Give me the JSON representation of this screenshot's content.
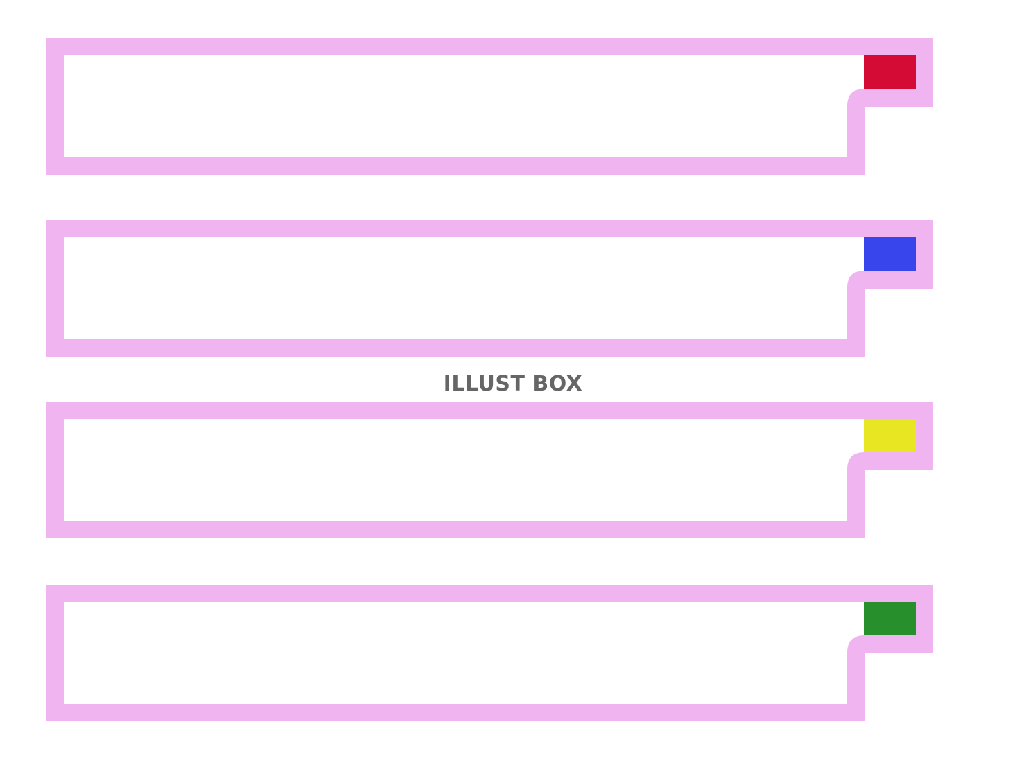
{
  "watermark": {
    "text": "ILLUST BOX",
    "color": "#666666"
  },
  "colors": {
    "frame_border": "#F0B4F0",
    "frame_fill": "#FFFFFF"
  },
  "frames": [
    {
      "name": "frame-red",
      "accent_color": "#D40B34"
    },
    {
      "name": "frame-blue",
      "accent_color": "#3844EC"
    },
    {
      "name": "frame-yellow",
      "accent_color": "#E8E522"
    },
    {
      "name": "frame-green",
      "accent_color": "#27902D"
    }
  ]
}
